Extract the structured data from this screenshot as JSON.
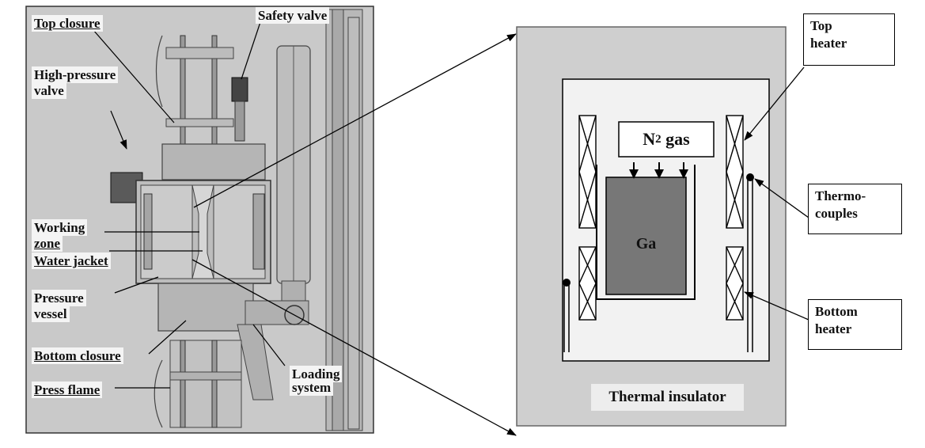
{
  "colors": {
    "photo_bg": "#c9c9c9",
    "panel_bg": "#cfcfcf",
    "chamber_bg": "#f2f2f2",
    "gallium": "#777777",
    "line": "#000000"
  },
  "left_labels": {
    "top_closure": "Top closure",
    "safety_valve": "Safety valve",
    "hp_valve_1": "High-pressure",
    "hp_valve_2": "valve",
    "working_zone_1": "Working",
    "working_zone_2": "zone",
    "water_jacket": "Water jacket",
    "pressure_vessel_1": "Pressure",
    "pressure_vessel_2": "vessel",
    "bottom_closure": "Bottom closure",
    "press_flame": "Press flame",
    "loading_system_1": "Loading",
    "loading_system_2": "system"
  },
  "right_labels": {
    "top_heater_1": "Top",
    "top_heater_2": "heater",
    "thermocouples_1": "Thermo-",
    "thermocouples_2": "couples",
    "bottom_heater_1": "Bottom",
    "bottom_heater_2": "heater",
    "gas_prefix": "N",
    "gas_subscript": "2",
    "gas_suffix": " gas",
    "gallium": "Ga",
    "insulator": "Thermal insulator"
  },
  "icons": [
    "heater-coil-icon",
    "thermocouple-icon",
    "down-arrow-icon"
  ]
}
